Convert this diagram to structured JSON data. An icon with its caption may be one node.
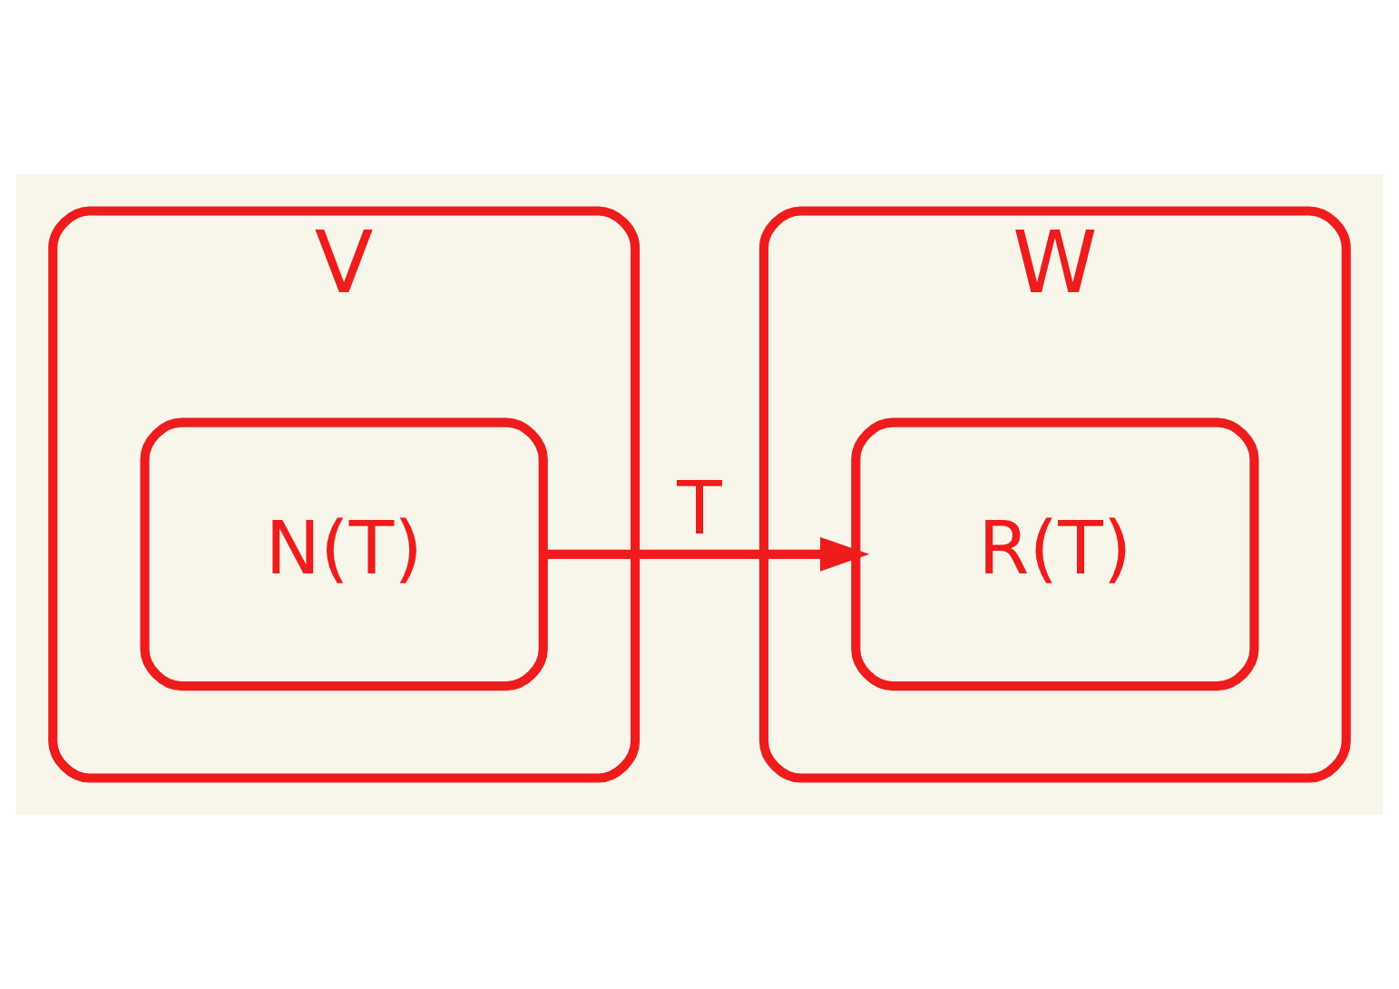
{
  "diagram": {
    "nodes": [
      {
        "text": [
          "V"
        ]
      },
      {
        "text": [
          "N(T)"
        ],
        "in": 0
      },
      {
        "text": [
          "W"
        ]
      },
      {
        "text": [
          "R(T)"
        ],
        "in": 2
      }
    ],
    "edges": [
      {
        "from": 1,
        "to": 3,
        "arrow": "to",
        "label": "T"
      }
    ]
  }
}
